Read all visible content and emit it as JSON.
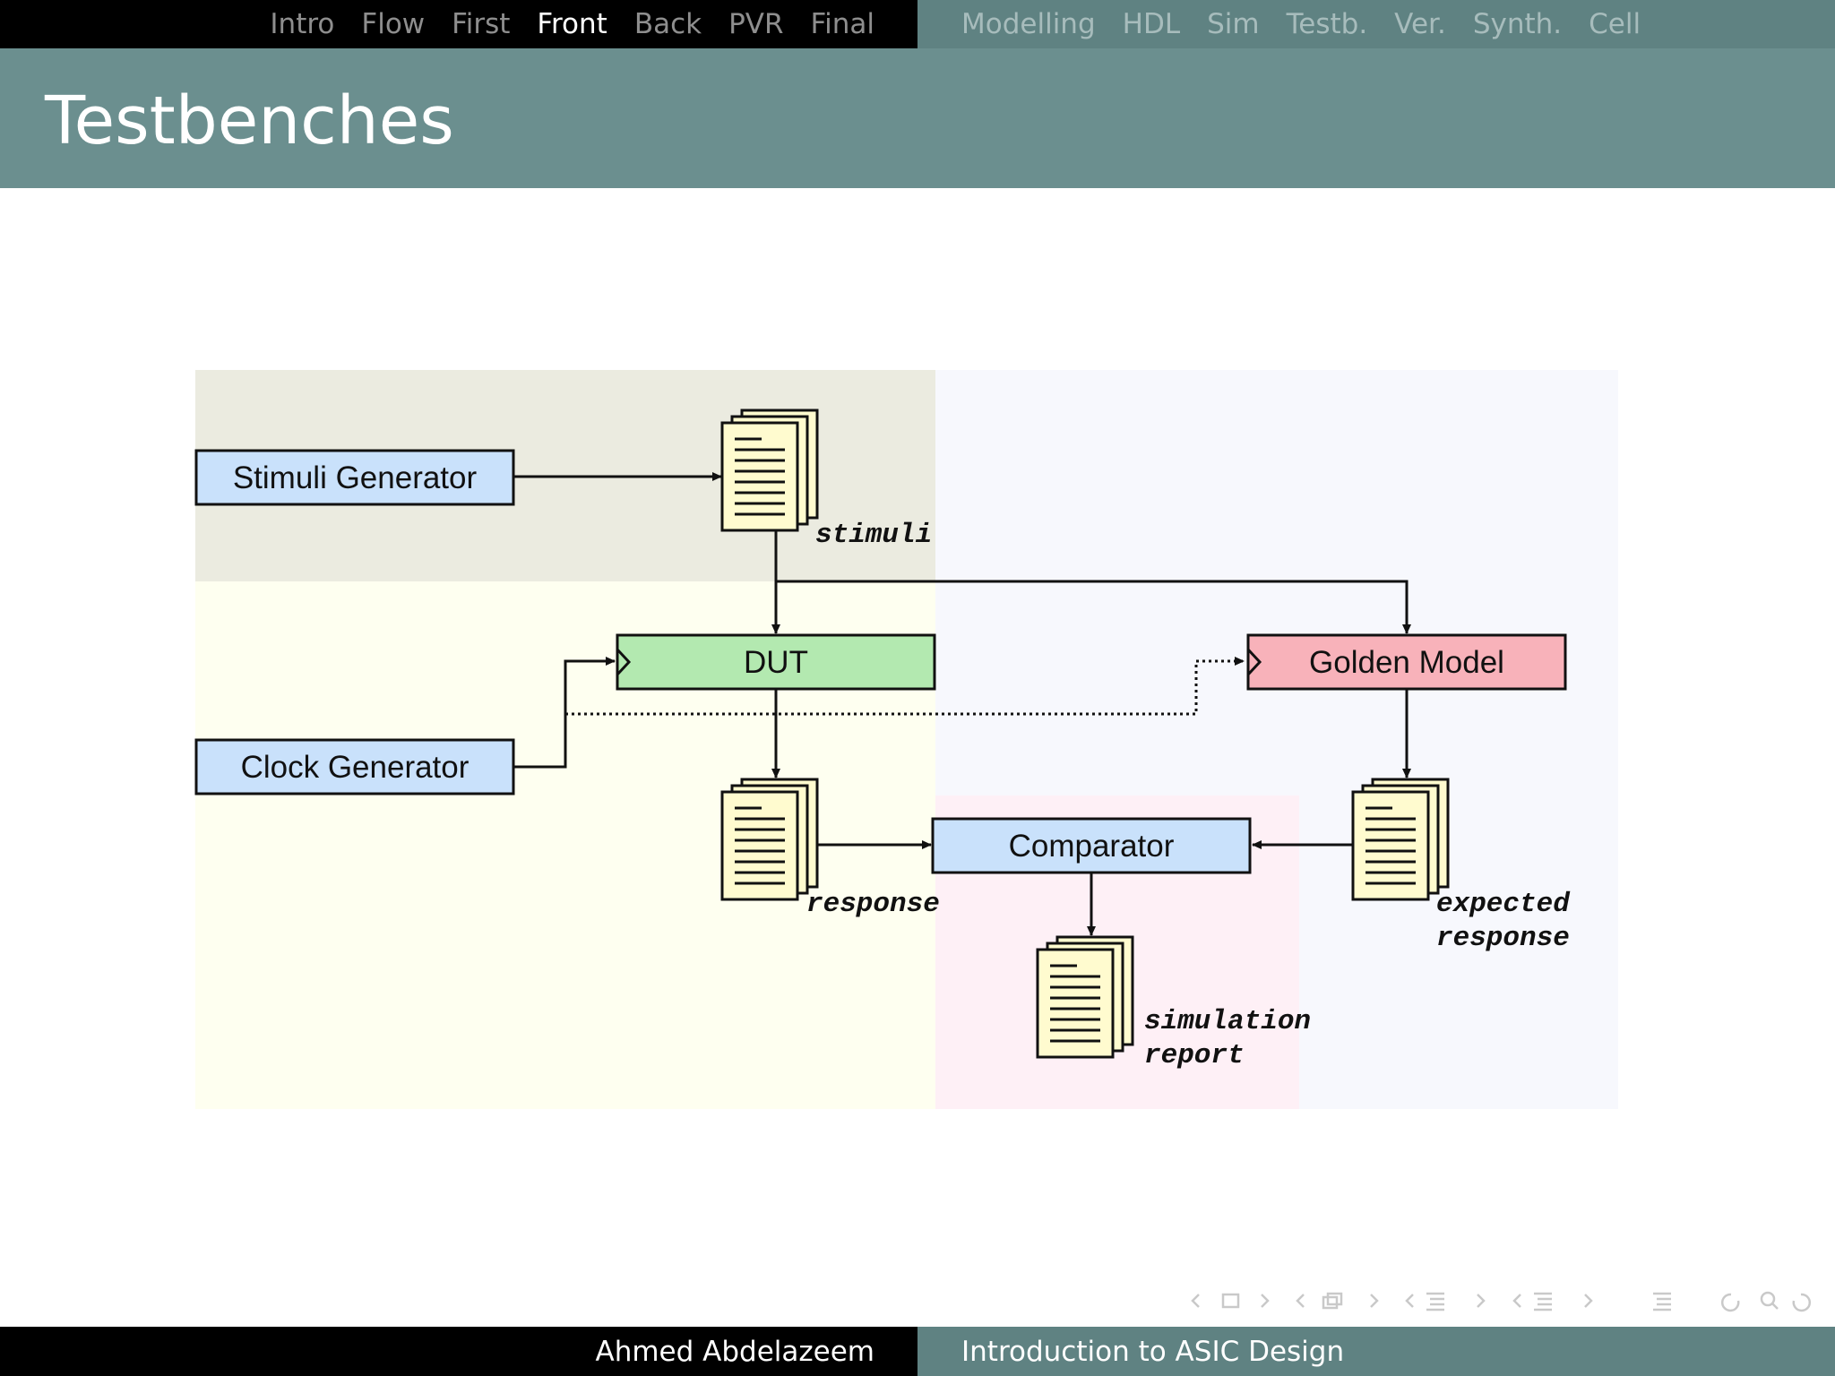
{
  "nav": {
    "left": [
      "Intro",
      "Flow",
      "First",
      "Front",
      "Back",
      "PVR",
      "Final"
    ],
    "left_active": "Front",
    "right": [
      "Modelling",
      "HDL",
      "Sim",
      "Testb.",
      "Ver.",
      "Synth.",
      "Cell"
    ],
    "right_active": "Testb."
  },
  "slide": {
    "title": "Testbenches"
  },
  "diagram": {
    "stimuli_generator": "Stimuli Generator",
    "clock_generator": "Clock Generator",
    "dut": "DUT",
    "golden_model": "Golden Model",
    "comparator": "Comparator",
    "stimuli": "stimuli",
    "response": "response",
    "expected_response_1": "expected",
    "expected_response_2": "response",
    "simulation_report_1": "simulation",
    "simulation_report_2": "report"
  },
  "colors": {
    "generator_fill": "#c9e1fb",
    "dut_fill": "#b3e9b0",
    "golden_fill": "#f8b2ba",
    "document_fill": "#fffbcf",
    "region_stimuli": "#ebebe0",
    "region_dut": "#fefff0",
    "region_golden": "#f7f8fd",
    "region_compare": "#fef0f6"
  },
  "beamer_nav_icons": [
    "arrow-left-icon",
    "frame-icon",
    "arrow-right-icon",
    "subsection-icon",
    "section-icon",
    "back-icon",
    "search-icon",
    "forward-icon"
  ],
  "footer": {
    "author": "Ahmed Abdelazeem",
    "course": "Introduction to ASIC Design"
  }
}
